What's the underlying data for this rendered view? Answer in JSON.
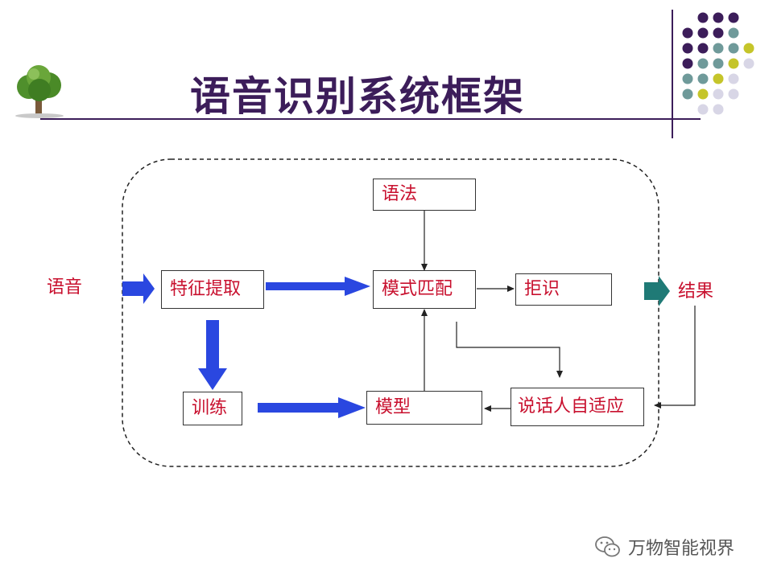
{
  "header": {
    "title": "语音识别系统框架",
    "logo_icon": "tree-icon",
    "decor_icon": "dot-grid-decoration"
  },
  "colors": {
    "title": "#3c1d5a",
    "box_text": "#c8102e",
    "blue_arrow": "#2a47e0",
    "teal_arrow": "#1f7a76",
    "rule": "#3c1d5a"
  },
  "diagram": {
    "input_label": "语音",
    "output_label": "结果",
    "feature_box": "特征提取",
    "grammar_box": "语法",
    "match_box": "模式匹配",
    "reject_box": "拒识",
    "train_box": "训练",
    "model_box": "模型",
    "adapt_box": "说话人自适应"
  },
  "watermark": {
    "text": "万物智能视界",
    "icon": "wechat-icon"
  }
}
